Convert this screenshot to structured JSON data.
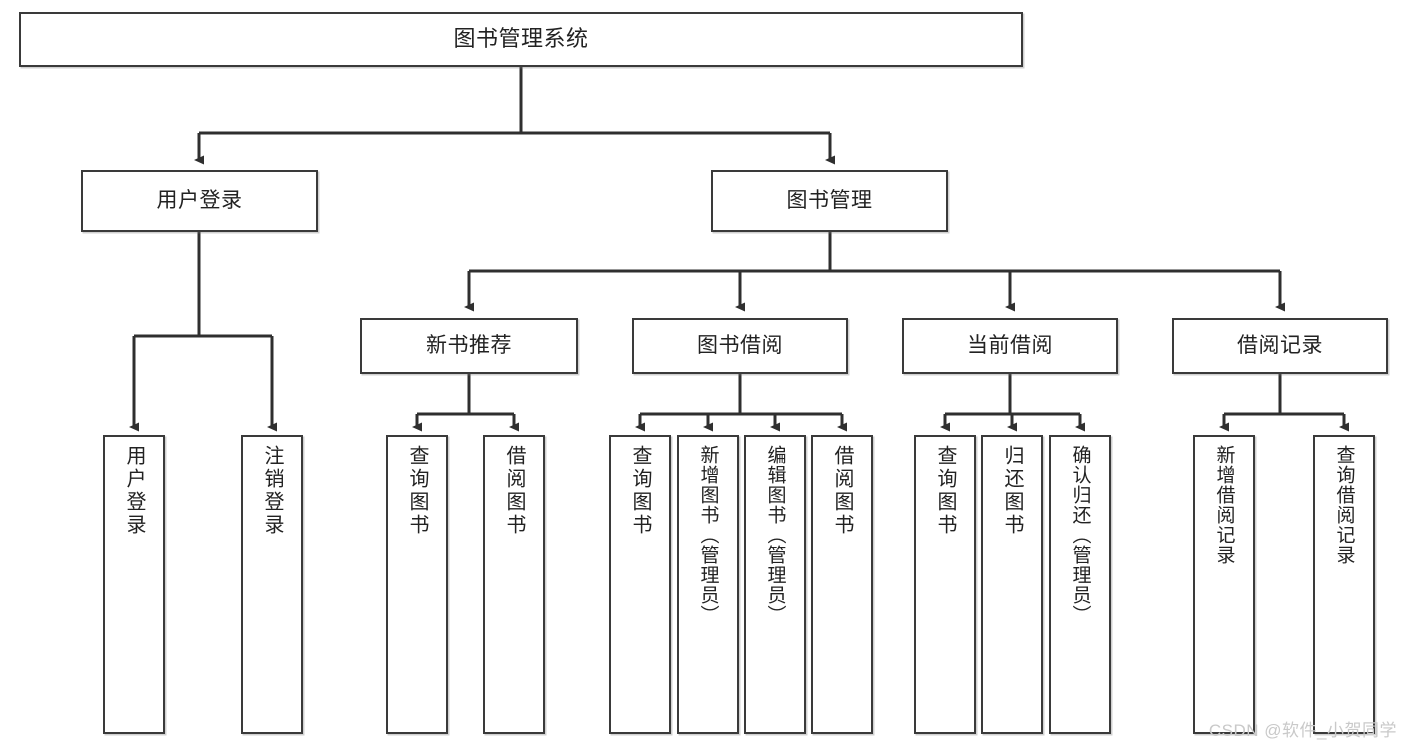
{
  "diagram": {
    "type": "tree-hierarchy",
    "title": "图书管理系统",
    "colors": {
      "stroke": "#3a3a3a",
      "fill": "#ffffff",
      "text": "#222222",
      "watermark": "#c9c9c9"
    },
    "nodes": {
      "root": {
        "label": "图书管理系统"
      },
      "level2": [
        {
          "id": "user-login",
          "label": "用户登录"
        },
        {
          "id": "book-management",
          "label": "图书管理"
        }
      ],
      "level3": [
        {
          "id": "new-book-recommend",
          "label": "新书推荐"
        },
        {
          "id": "book-borrow",
          "label": "图书借阅"
        },
        {
          "id": "current-borrow",
          "label": "当前借阅"
        },
        {
          "id": "borrow-record",
          "label": "借阅记录"
        }
      ],
      "leaves": {
        "user-login": [
          {
            "id": "leaf-user-login",
            "label": "用户登录"
          },
          {
            "id": "leaf-logout",
            "label": "注销登录"
          }
        ],
        "new-book-recommend": [
          {
            "id": "leaf-query-book-1",
            "label": "查询图书"
          },
          {
            "id": "leaf-borrow-book-1",
            "label": "借阅图书"
          }
        ],
        "book-borrow": [
          {
            "id": "leaf-query-book-2",
            "label": "查询图书"
          },
          {
            "id": "leaf-add-book",
            "label": "新增图书（管理员）"
          },
          {
            "id": "leaf-edit-book",
            "label": "编辑图书（管理员）"
          },
          {
            "id": "leaf-borrow-book-2",
            "label": "借阅图书"
          }
        ],
        "current-borrow": [
          {
            "id": "leaf-query-book-3",
            "label": "查询图书"
          },
          {
            "id": "leaf-return-book",
            "label": "归还图书"
          },
          {
            "id": "leaf-confirm-return",
            "label": "确认归还（管理员）"
          }
        ],
        "borrow-record": [
          {
            "id": "leaf-add-record",
            "label": "新增借阅记录"
          },
          {
            "id": "leaf-query-record",
            "label": "查询借阅记录"
          }
        ]
      }
    },
    "watermark": "CSDN @软件_小贺同学"
  }
}
